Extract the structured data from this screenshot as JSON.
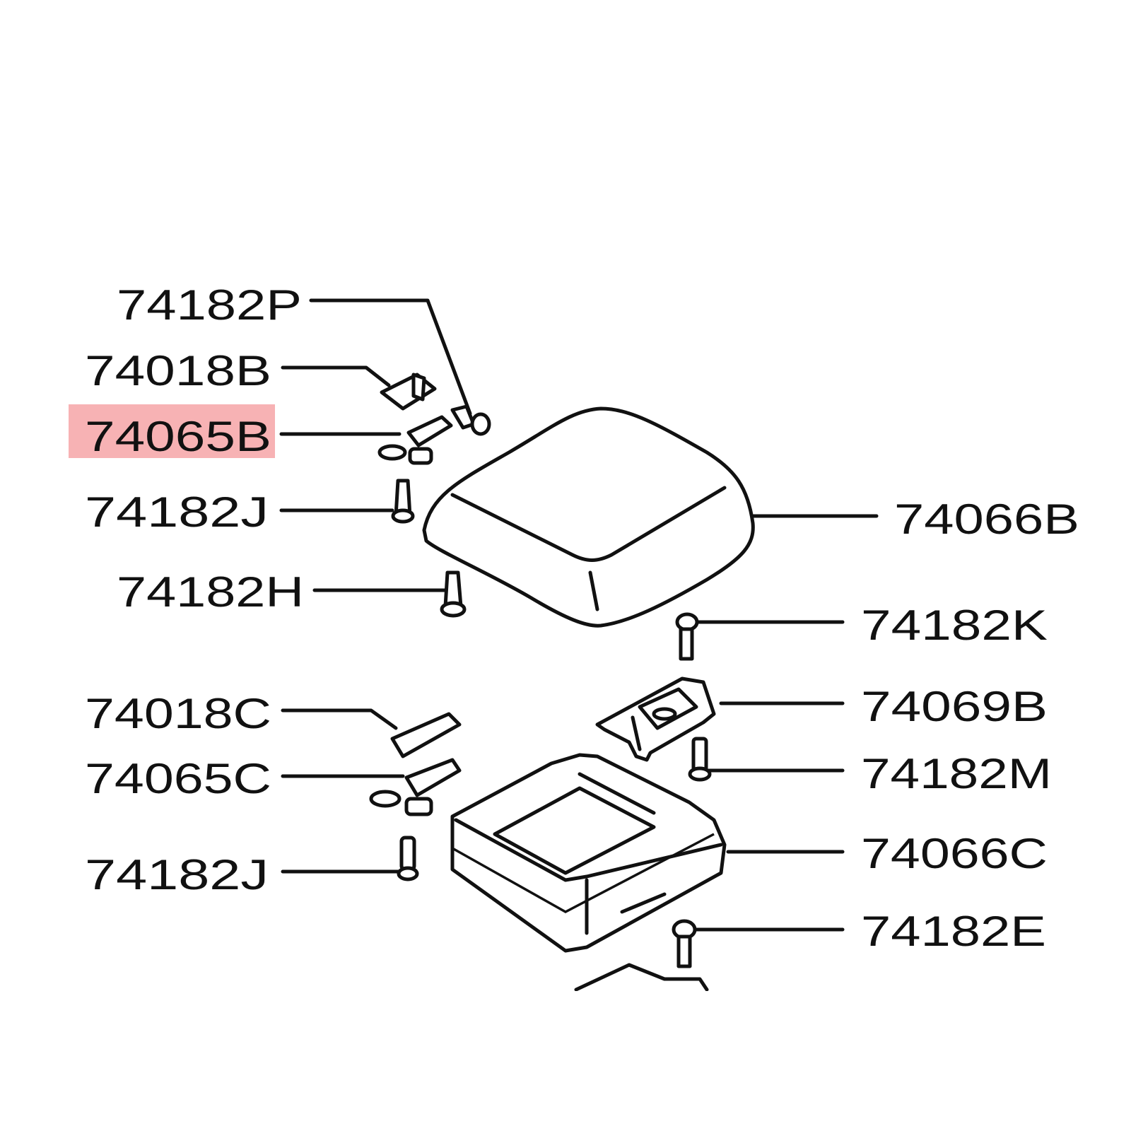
{
  "diagram": {
    "highlight_color": "#f7b2b4",
    "callouts_left": [
      {
        "part": "74182P"
      },
      {
        "part": "74018B"
      },
      {
        "part": "74065B",
        "highlighted": true
      },
      {
        "part": "74182J"
      },
      {
        "part": "74182H"
      },
      {
        "part": "74018C"
      },
      {
        "part": "74065C"
      },
      {
        "part": "74182J"
      }
    ],
    "callouts_right": [
      {
        "part": "74066B"
      },
      {
        "part": "74182K"
      },
      {
        "part": "74069B"
      },
      {
        "part": "74182M"
      },
      {
        "part": "74066C"
      },
      {
        "part": "74182E"
      }
    ]
  }
}
